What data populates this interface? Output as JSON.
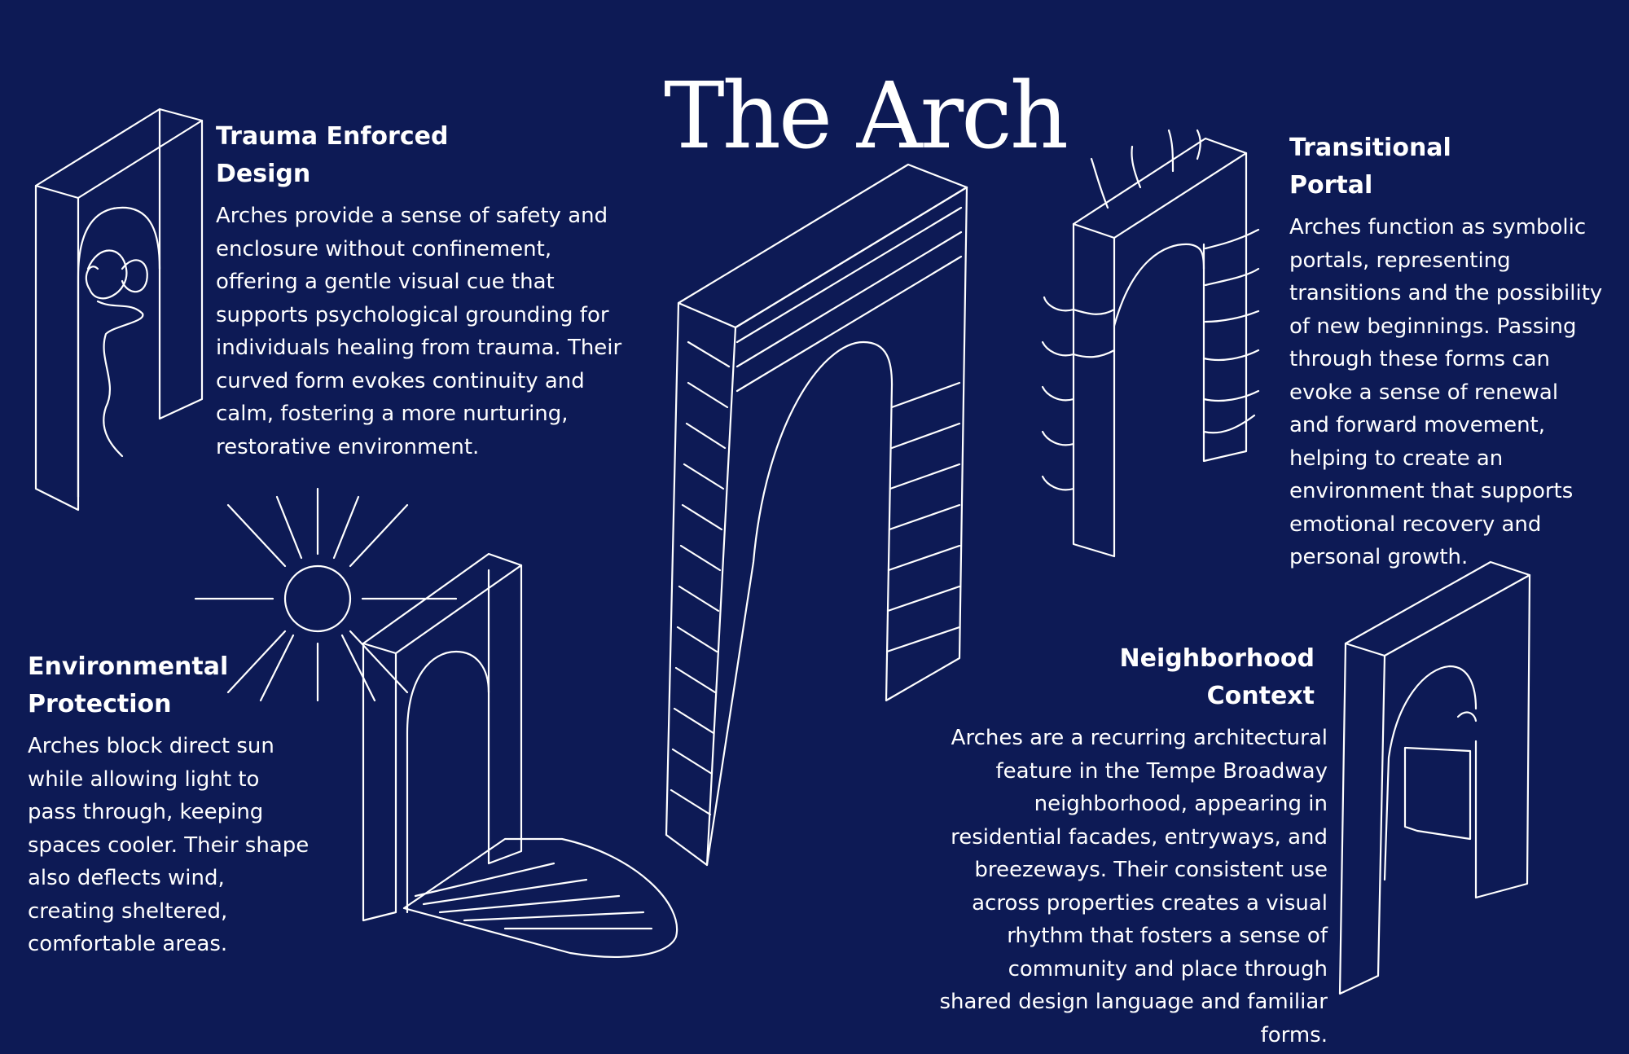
{
  "title": "The Arch",
  "sections": {
    "trauma": {
      "heading_l1": "Trauma Enforced",
      "heading_l2": "Design",
      "body": "Arches provide a sense of safety and enclosure without confinement, offering a gentle visual cue that supports psychological grounding for individuals healing from trauma. Their curved form evokes continuity and calm, fostering a more nurturing, restorative environment."
    },
    "transitional": {
      "heading_l1": "Transitional",
      "heading_l2": "Portal",
      "body": "Arches function as symbolic portals, representing transitions and the possibility of new beginnings. Passing through these forms can evoke a sense of renewal and forward movement, helping to create an environment that supports emotional recovery and personal growth."
    },
    "environmental": {
      "heading_l1": "Environmental",
      "heading_l2": "Protection",
      "body": "Arches block direct sun while allowing light to pass through, keeping spaces cooler. Their shape also deflects wind, creating sheltered, comfortable areas."
    },
    "neighborhood": {
      "heading_l1": "Neighborhood",
      "heading_l2": "Context",
      "body": "Arches are a recurring architectural feature in the Tempe Broadway neighborhood, appearing in residential facades, entryways, and breezeways. Their consistent use across properties creates a visual rhythm that fosters a sense of community and place through shared design language and familiar forms."
    }
  },
  "colors": {
    "background": "#0d1a55",
    "ink": "#ffffff"
  },
  "icons": [
    "arch-trauma-icon",
    "arch-portal-icon",
    "arch-sun-icon",
    "arch-brick-icon",
    "arch-neighborhood-icon"
  ]
}
